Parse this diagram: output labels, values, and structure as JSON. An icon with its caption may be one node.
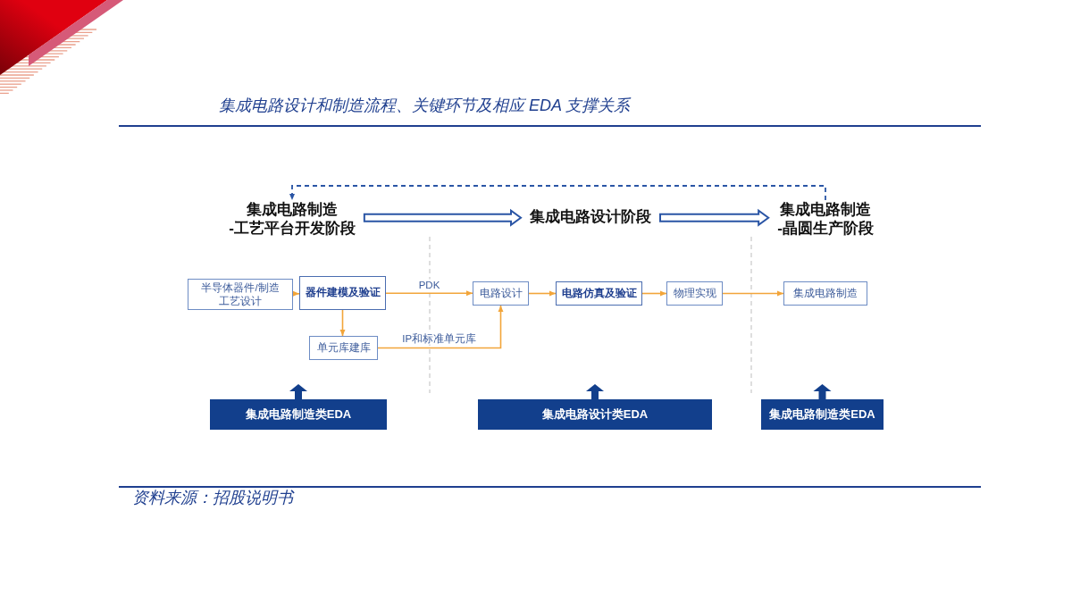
{
  "diagram": {
    "title": "集成电路设计和制造流程、关键环节及相应 EDA 支撑关系",
    "caption": "资料来源：招股说明书",
    "nodes": [
      {
        "text": [
          "集成电路制造",
          "-工艺平台开发阶段"
        ]
      },
      {
        "text": [
          "集成电路设计阶段"
        ]
      },
      {
        "text": [
          "集成电路制造",
          "-晶圆生产阶段"
        ]
      },
      {
        "text": [
          "半导体器件/制造工艺设计"
        ]
      },
      {
        "text": [
          "器件建模及验证"
        ]
      },
      {
        "text": [
          "单元库建库"
        ]
      },
      {
        "text": [
          "电路设计"
        ]
      },
      {
        "text": [
          "电路仿真及验证"
        ]
      },
      {
        "text": [
          "物理实现"
        ]
      },
      {
        "text": [
          "集成电路制造"
        ]
      },
      {
        "text": [
          "集成电路制造类EDA"
        ]
      },
      {
        "text": [
          "集成电路设计类EDA"
        ]
      },
      {
        "text": [
          "集成电路制造类EDA"
        ]
      }
    ],
    "edges": [
      {
        "from": 0,
        "to": 1,
        "arrow": "to",
        "style": "thick",
        "color": "#2a55a5"
      },
      {
        "from": 1,
        "to": 2,
        "arrow": "to",
        "style": "thick",
        "color": "#2a55a5"
      },
      {
        "from": 2,
        "to": 0,
        "arrow": "to",
        "style": "dashed",
        "color": "#2a55a5"
      },
      {
        "from": 3,
        "to": 4,
        "arrow": "to"
      },
      {
        "from": 4,
        "to": 6,
        "arrow": "to",
        "label": "PDK"
      },
      {
        "from": 4,
        "to": 5,
        "arrow": "to"
      },
      {
        "from": 5,
        "to": 6,
        "arrow": "to",
        "label": "IP和标准单元库"
      },
      {
        "from": 6,
        "to": 7,
        "arrow": "to"
      },
      {
        "from": 7,
        "to": 8,
        "arrow": "to"
      },
      {
        "from": 8,
        "to": 9,
        "arrow": "to"
      },
      {
        "from": 10,
        "to": null,
        "arrow": "to",
        "style": "thick",
        "color": "#123f8c"
      },
      {
        "from": 11,
        "to": null,
        "arrow": "to",
        "style": "thick",
        "color": "#123f8c"
      },
      {
        "from": 12,
        "to": null,
        "arrow": "to",
        "style": "thick",
        "color": "#123f8c"
      }
    ]
  }
}
